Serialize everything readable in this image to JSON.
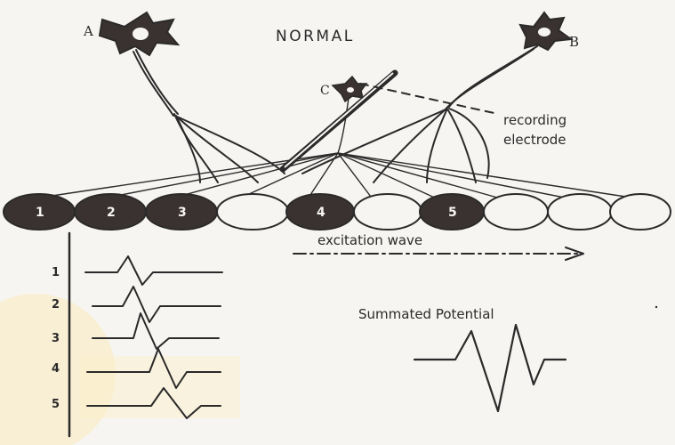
{
  "title": "NORMAL",
  "neuron_labels": {
    "a": "A",
    "b": "B",
    "c": "C"
  },
  "electrode_label": [
    "recording",
    "electrode"
  ],
  "cell_numbers": [
    "1",
    "2",
    "3",
    "4",
    "5"
  ],
  "wave_label": "excitation wave",
  "trace_labels": [
    "1",
    "2",
    "3",
    "4",
    "5"
  ],
  "summated_label": "Summated Potential",
  "colors": {
    "ink": "#2b2a2a",
    "filled_cell": "#3a3231",
    "watermark": "#f6d98a"
  }
}
